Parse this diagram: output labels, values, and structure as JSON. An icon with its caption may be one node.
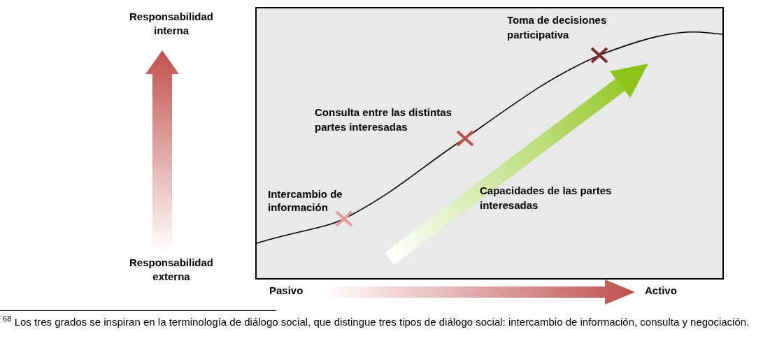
{
  "diagram": {
    "labels": [
      "Responsabilidad interna",
      "Toma de decisiones participativa",
      "Consulta entre las distintas partes interesadas",
      "Intercambio de información",
      "Capacidades de las partes interesadas",
      "Responsabilidad externa",
      "Pasivo",
      "Activo",
      "$^{68}$ Los tres grados se inspiran en la terminología de diálogo social, que distingue tres tipos de diálogo social: intercambio de información, consulta y negociación."
    ]
  }
}
